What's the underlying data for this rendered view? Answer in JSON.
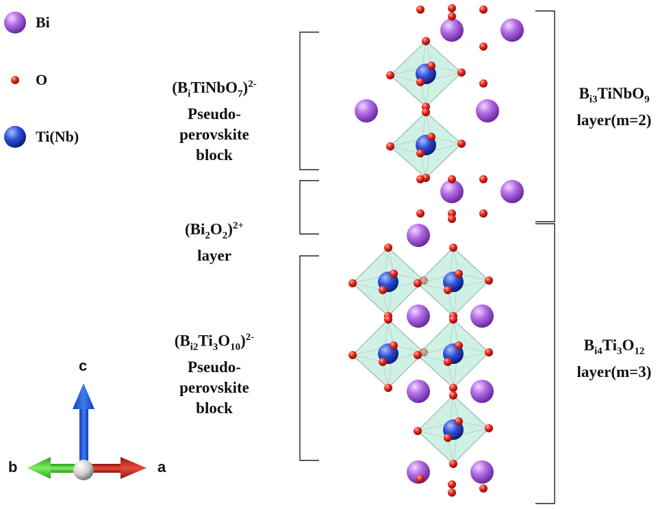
{
  "legend": [
    {
      "label": "Bi",
      "color": "#a05bd8"
    },
    {
      "label": "O",
      "color": "#e0231c"
    },
    {
      "label": "Ti(Nb)",
      "color": "#2f4fd6"
    }
  ],
  "axes": {
    "c": "c",
    "b": "b",
    "a": "a"
  },
  "blocks": {
    "top_block": {
      "prefix": "(B",
      "s1": "i",
      "mid": "TiNbO",
      "s2": "7",
      "close": ")",
      "charge": "2-",
      "line2": "Pseudo-",
      "line3": "perovskite",
      "line4": "block"
    },
    "middle_layer": {
      "prefix": "(Bi",
      "s1": "2",
      "mid": "O",
      "s2": "2",
      "close": ")",
      "charge": "2+",
      "line2": "layer"
    },
    "bottom_block": {
      "prefix": "(B",
      "s1": "i2",
      "mid": "Ti",
      "s2": "3",
      "mid2": "O",
      "s3": "10",
      "close": ")",
      "charge": "2-",
      "line2": "Pseudo-",
      "line3": "perovskite",
      "line4": "block"
    }
  },
  "layers": {
    "upper": {
      "p1": "B",
      "s1": "i3",
      "p2": "TiNbO",
      "s2": "9",
      "line2": "layer(m=2)"
    },
    "lower": {
      "p1": "B",
      "s1": "i4",
      "p2": "Ti",
      "s2": "3",
      "p3": "O",
      "s3": "12",
      "line2": "layer(m=3)"
    }
  },
  "colors": {
    "bi": "#a05bd8",
    "oxygen": "#e0231c",
    "ti_nb": "#2f4fd6",
    "octahedron": "#a8e6cf",
    "axis_c": "#2060e0",
    "axis_b": "#3dcc2a",
    "axis_a": "#c0221a"
  }
}
